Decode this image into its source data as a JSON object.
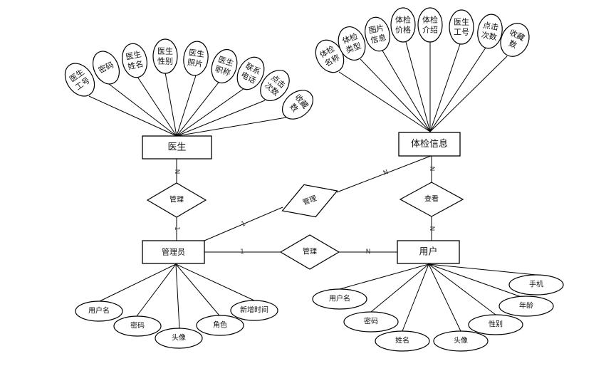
{
  "diagram": {
    "type": "ER diagram",
    "entities": [
      {
        "id": "doctor",
        "label": "医生",
        "attributes": [
          "医生\n工号",
          "密码",
          "医生\n姓名",
          "医生\n性别",
          "医生\n照片",
          "医生\n职称",
          "联系\n电话",
          "点击\n次数",
          "收藏\n数"
        ]
      },
      {
        "id": "checkup",
        "label": "体检信息",
        "attributes": [
          "体检\n名称",
          "体检\n类型",
          "图片\n信息",
          "体检\n价格",
          "体检\n介绍",
          "医生\n工号",
          "点击\n次数",
          "收藏\n数"
        ]
      },
      {
        "id": "admin",
        "label": "管理员",
        "attributes": [
          "用户名",
          "密码",
          "头像",
          "角色",
          "新增时间"
        ]
      },
      {
        "id": "user",
        "label": "用户",
        "attributes": [
          "用户名",
          "密码",
          "姓名",
          "头像",
          "性别",
          "年龄",
          "手机"
        ]
      }
    ],
    "relationships": [
      {
        "id": "rel-admin-doctor",
        "label": "管理",
        "from": "admin",
        "to": "doctor",
        "from_card": "1",
        "to_card": "N"
      },
      {
        "id": "rel-admin-checkup",
        "label": "管理",
        "from": "admin",
        "to": "checkup",
        "from_card": "1",
        "to_card": "N"
      },
      {
        "id": "rel-admin-user",
        "label": "管理",
        "from": "admin",
        "to": "user",
        "from_card": "1",
        "to_card": "N"
      },
      {
        "id": "rel-user-checkup",
        "label": "查看",
        "from": "user",
        "to": "checkup",
        "from_card": "N",
        "to_card": "N"
      }
    ]
  }
}
